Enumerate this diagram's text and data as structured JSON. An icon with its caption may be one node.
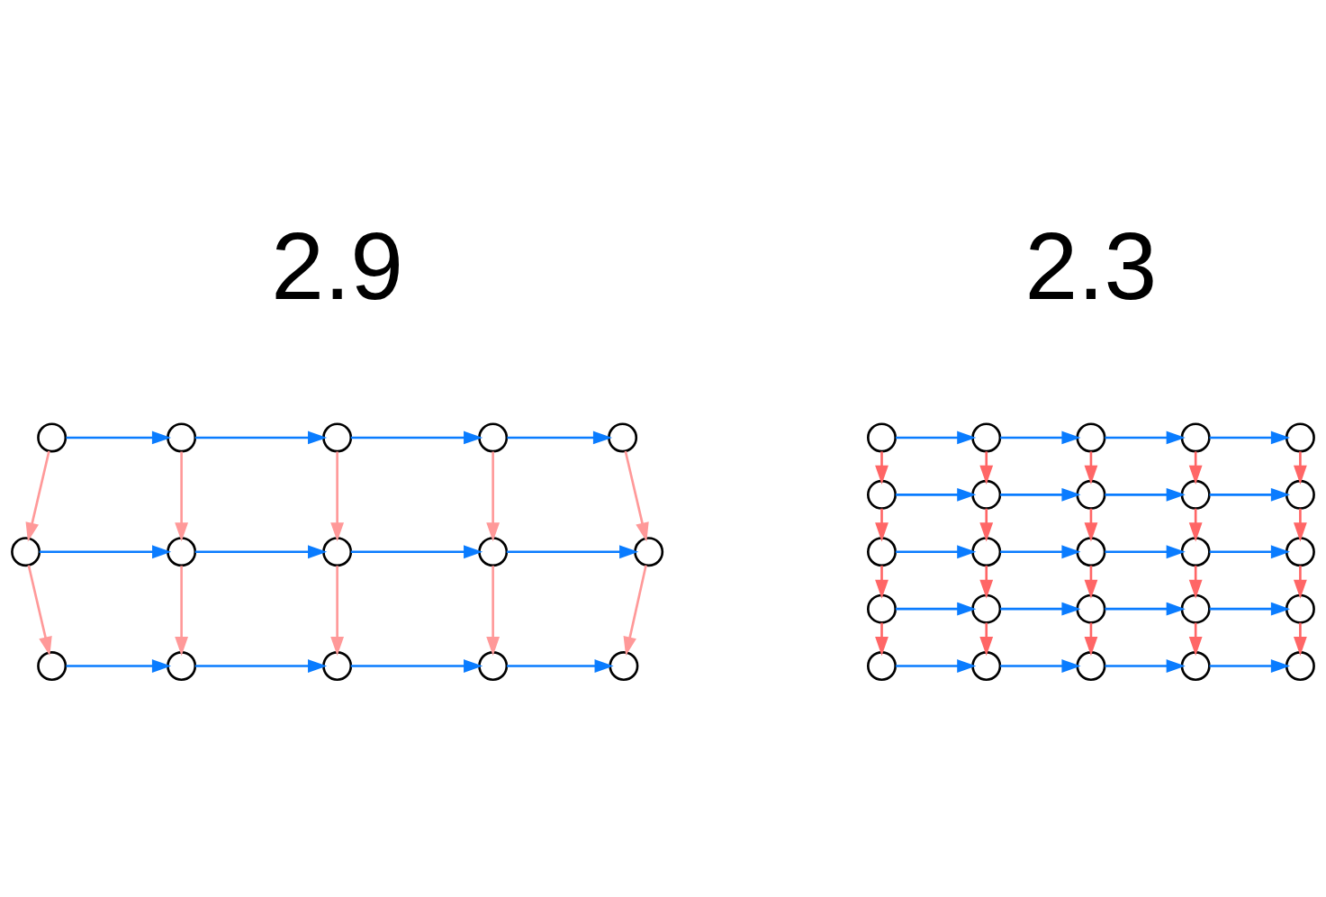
{
  "diagram": {
    "nodes": [
      {
        "text": [],
        "shape": "circle"
      },
      {
        "text": [],
        "shape": "circle"
      },
      {
        "text": [],
        "shape": "circle"
      },
      {
        "text": [],
        "shape": "circle"
      },
      {
        "text": [],
        "shape": "circle"
      },
      {
        "text": [],
        "shape": "circle"
      },
      {
        "text": [],
        "shape": "circle"
      },
      {
        "text": [],
        "shape": "circle"
      },
      {
        "text": [],
        "shape": "circle"
      },
      {
        "text": [],
        "shape": "circle"
      },
      {
        "text": [],
        "shape": "circle"
      },
      {
        "text": [],
        "shape": "circle"
      },
      {
        "text": [],
        "shape": "circle"
      },
      {
        "text": [],
        "shape": "circle"
      },
      {
        "text": [],
        "shape": "circle"
      },
      {
        "text": [],
        "shape": "circle"
      },
      {
        "text": [],
        "shape": "circle"
      },
      {
        "text": [],
        "shape": "circle"
      },
      {
        "text": [],
        "shape": "circle"
      },
      {
        "text": [],
        "shape": "circle"
      },
      {
        "text": [],
        "shape": "circle"
      },
      {
        "text": [],
        "shape": "circle"
      },
      {
        "text": [],
        "shape": "circle"
      },
      {
        "text": [],
        "shape": "circle"
      },
      {
        "text": [],
        "shape": "circle"
      },
      {
        "text": [],
        "shape": "circle"
      },
      {
        "text": [],
        "shape": "circle"
      },
      {
        "text": [],
        "shape": "circle"
      },
      {
        "text": [],
        "shape": "circle"
      },
      {
        "text": [],
        "shape": "circle"
      },
      {
        "text": [],
        "shape": "circle"
      },
      {
        "text": [],
        "shape": "circle"
      },
      {
        "text": [],
        "shape": "circle"
      },
      {
        "text": [],
        "shape": "circle"
      },
      {
        "text": [],
        "shape": "circle"
      },
      {
        "text": [],
        "shape": "circle"
      },
      {
        "text": [],
        "shape": "circle"
      },
      {
        "text": [],
        "shape": "circle"
      },
      {
        "text": [],
        "shape": "circle"
      },
      {
        "text": [],
        "shape": "circle"
      }
    ],
    "edges": [
      {
        "from": 0,
        "to": 1,
        "arrow": "to"
      },
      {
        "from": 1,
        "to": 2,
        "arrow": "to"
      },
      {
        "from": 2,
        "to": 3,
        "arrow": "to"
      },
      {
        "from": 3,
        "to": 4,
        "arrow": "to"
      },
      {
        "from": 5,
        "to": 6,
        "arrow": "to"
      },
      {
        "from": 6,
        "to": 7,
        "arrow": "to"
      },
      {
        "from": 7,
        "to": 8,
        "arrow": "to"
      },
      {
        "from": 8,
        "to": 9,
        "arrow": "to"
      },
      {
        "from": 10,
        "to": 11,
        "arrow": "to"
      },
      {
        "from": 11,
        "to": 12,
        "arrow": "to"
      },
      {
        "from": 12,
        "to": 13,
        "arrow": "to"
      },
      {
        "from": 13,
        "to": 14,
        "arrow": "to"
      },
      {
        "from": 0,
        "to": 5,
        "arrow": "to",
        "color": "#ff9999"
      },
      {
        "from": 1,
        "to": 6,
        "arrow": "to",
        "color": "#ff9999"
      },
      {
        "from": 2,
        "to": 7,
        "arrow": "to",
        "color": "#ff9999"
      },
      {
        "from": 3,
        "to": 8,
        "arrow": "to",
        "color": "#ff9999"
      },
      {
        "from": 4,
        "to": 9,
        "arrow": "to",
        "color": "#ff9999"
      },
      {
        "from": 5,
        "to": 10,
        "arrow": "to",
        "color": "#ff9999"
      },
      {
        "from": 6,
        "to": 11,
        "arrow": "to",
        "color": "#ff9999"
      },
      {
        "from": 7,
        "to": 12,
        "arrow": "to",
        "color": "#ff9999"
      },
      {
        "from": 8,
        "to": 13,
        "arrow": "to",
        "color": "#ff9999"
      },
      {
        "from": 9,
        "to": 14,
        "arrow": "to",
        "color": "#ff9999"
      },
      {
        "from": 15,
        "to": 16,
        "arrow": "to"
      },
      {
        "from": 16,
        "to": 17,
        "arrow": "to"
      },
      {
        "from": 17,
        "to": 18,
        "arrow": "to"
      },
      {
        "from": 18,
        "to": 19,
        "arrow": "to"
      },
      {
        "from": 20,
        "to": 21,
        "arrow": "to"
      },
      {
        "from": 21,
        "to": 22,
        "arrow": "to"
      },
      {
        "from": 22,
        "to": 23,
        "arrow": "to"
      },
      {
        "from": 23,
        "to": 24,
        "arrow": "to"
      },
      {
        "from": 25,
        "to": 26,
        "arrow": "to"
      },
      {
        "from": 26,
        "to": 27,
        "arrow": "to"
      },
      {
        "from": 27,
        "to": 28,
        "arrow": "to"
      },
      {
        "from": 28,
        "to": 29,
        "arrow": "to"
      },
      {
        "from": 30,
        "to": 31,
        "arrow": "to"
      },
      {
        "from": 31,
        "to": 32,
        "arrow": "to"
      },
      {
        "from": 32,
        "to": 33,
        "arrow": "to"
      },
      {
        "from": 33,
        "to": 34,
        "arrow": "to"
      },
      {
        "from": 35,
        "to": 36,
        "arrow": "to"
      },
      {
        "from": 36,
        "to": 37,
        "arrow": "to"
      },
      {
        "from": 37,
        "to": 38,
        "arrow": "to"
      },
      {
        "from": 38,
        "to": 39,
        "arrow": "to"
      },
      {
        "from": 15,
        "to": 20,
        "arrow": "to",
        "color": "#ff6666"
      },
      {
        "from": 16,
        "to": 21,
        "arrow": "to",
        "color": "#ff6666"
      },
      {
        "from": 17,
        "to": 22,
        "arrow": "to",
        "color": "#ff6666"
      },
      {
        "from": 18,
        "to": 23,
        "arrow": "to",
        "color": "#ff6666"
      },
      {
        "from": 19,
        "to": 24,
        "arrow": "to",
        "color": "#ff6666"
      },
      {
        "from": 20,
        "to": 25,
        "arrow": "to",
        "color": "#ff6666"
      },
      {
        "from": 21,
        "to": 26,
        "arrow": "to",
        "color": "#ff6666"
      },
      {
        "from": 22,
        "to": 27,
        "arrow": "to",
        "color": "#ff6666"
      },
      {
        "from": 23,
        "to": 28,
        "arrow": "to",
        "color": "#ff6666"
      },
      {
        "from": 24,
        "to": 29,
        "arrow": "to",
        "color": "#ff6666"
      },
      {
        "from": 25,
        "to": 30,
        "arrow": "to",
        "color": "#ff6666"
      },
      {
        "from": 26,
        "to": 31,
        "arrow": "to",
        "color": "#ff6666"
      },
      {
        "from": 27,
        "to": 32,
        "arrow": "to",
        "color": "#ff6666"
      },
      {
        "from": 28,
        "to": 33,
        "arrow": "to",
        "color": "#ff6666"
      },
      {
        "from": 29,
        "to": 34,
        "arrow": "to",
        "color": "#ff6666"
      },
      {
        "from": 30,
        "to": 35,
        "arrow": "to",
        "color": "#ff6666"
      },
      {
        "from": 31,
        "to": 36,
        "arrow": "to",
        "color": "#ff6666"
      },
      {
        "from": 32,
        "to": 37,
        "arrow": "to",
        "color": "#ff6666"
      },
      {
        "from": 33,
        "to": 38,
        "arrow": "to",
        "color": "#ff6666"
      },
      {
        "from": 34,
        "to": 39,
        "arrow": "to",
        "color": "#ff6666"
      }
    ],
    "labels": [
      "2.9",
      "2.3"
    ]
  }
}
